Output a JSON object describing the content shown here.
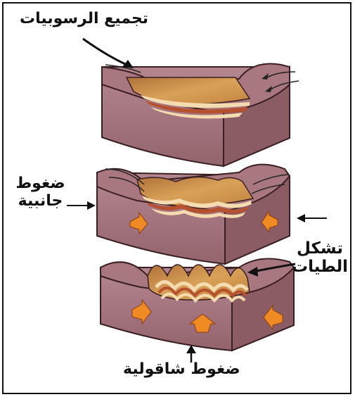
{
  "labels": {
    "sedimentation": "تجميع الرسوبيات",
    "lateral_line1": "ضغوط",
    "lateral_line2": "جانبية",
    "fold_line1": "تشكل",
    "fold_line2": "الطيات",
    "vertical": "ضغوط شاقولية"
  },
  "colors": {
    "rock": "#a2727b",
    "rock_top": "#b98890",
    "rock_dark": "#7f5058",
    "sediment": "#c98a3e",
    "sediment_light": "#e2b468",
    "layer_cream": "#f4dcb0",
    "layer_red": "#b5512e",
    "arrow_orange": "#f08a24"
  }
}
